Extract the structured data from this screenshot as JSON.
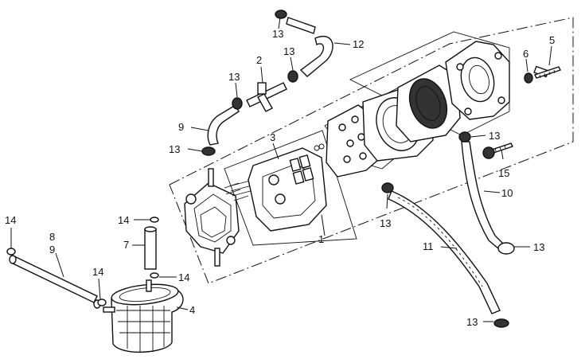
{
  "labels": {
    "l1": "1",
    "l2": "2",
    "l3": "3",
    "l4": "4",
    "l5": "5",
    "l6": "6",
    "l7": "7",
    "l8": "8",
    "l9a": "9",
    "l9b": "9",
    "l10": "10",
    "l11": "11",
    "l12": "12",
    "l13a": "13",
    "l13b": "13",
    "l13c": "13",
    "l13d": "13",
    "l13e": "13",
    "l13f": "13",
    "l13g": "13",
    "l13h": "13",
    "l14a": "14",
    "l14b": "14",
    "l14c": "14",
    "l14d": "14",
    "l15": "15"
  }
}
